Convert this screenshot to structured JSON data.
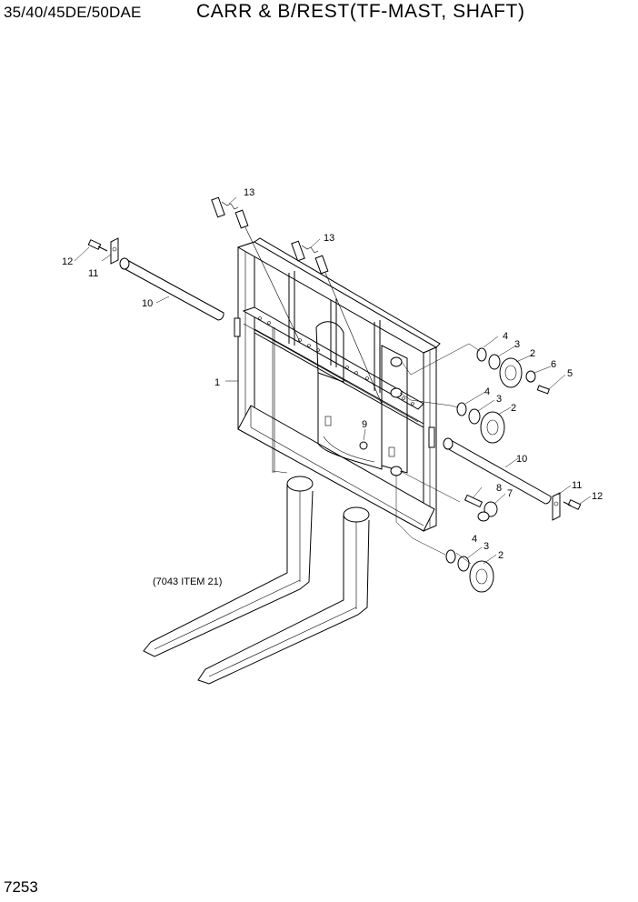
{
  "header": {
    "model": "35/40/45DE/50DAE",
    "title": "CARR & B/REST(TF-MAST, SHAFT)"
  },
  "footer": {
    "page_number": "7253"
  },
  "callouts": {
    "c1": "1",
    "c2a": "2",
    "c2b": "2",
    "c2c": "2",
    "c3a": "3",
    "c3b": "3",
    "c3c": "3",
    "c4a": "4",
    "c4b": "4",
    "c4c": "4",
    "c5": "5",
    "c6": "6",
    "c7": "7",
    "c8": "8",
    "c9": "9",
    "c10a": "10",
    "c10b": "10",
    "c11a": "11",
    "c11b": "11",
    "c12a": "12",
    "c12b": "12",
    "c13a": "13",
    "c13b": "13"
  },
  "notes": {
    "fork_ref": "(7043 ITEM 21)"
  }
}
